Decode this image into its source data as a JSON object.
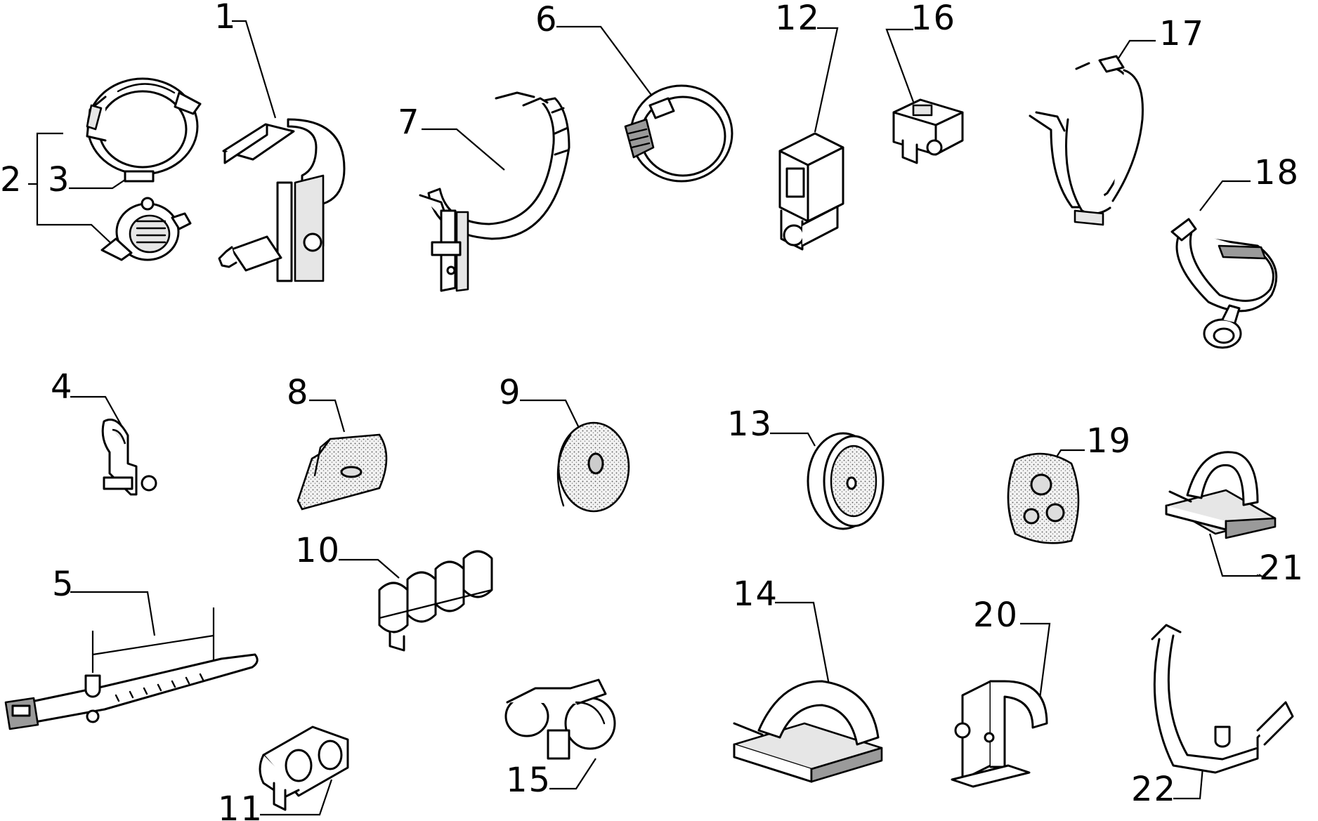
{
  "diagram": {
    "callouts": [
      "1",
      "2",
      "3",
      "4",
      "5",
      "6",
      "7",
      "8",
      "9",
      "10",
      "11",
      "12",
      "13",
      "14",
      "15",
      "16",
      "17",
      "18",
      "19",
      "20",
      "21",
      "22"
    ],
    "parts": [
      "clamp",
      "bracket",
      "retainer",
      "grommet",
      "cable-tie",
      "clip",
      "adhesive-mount"
    ]
  }
}
